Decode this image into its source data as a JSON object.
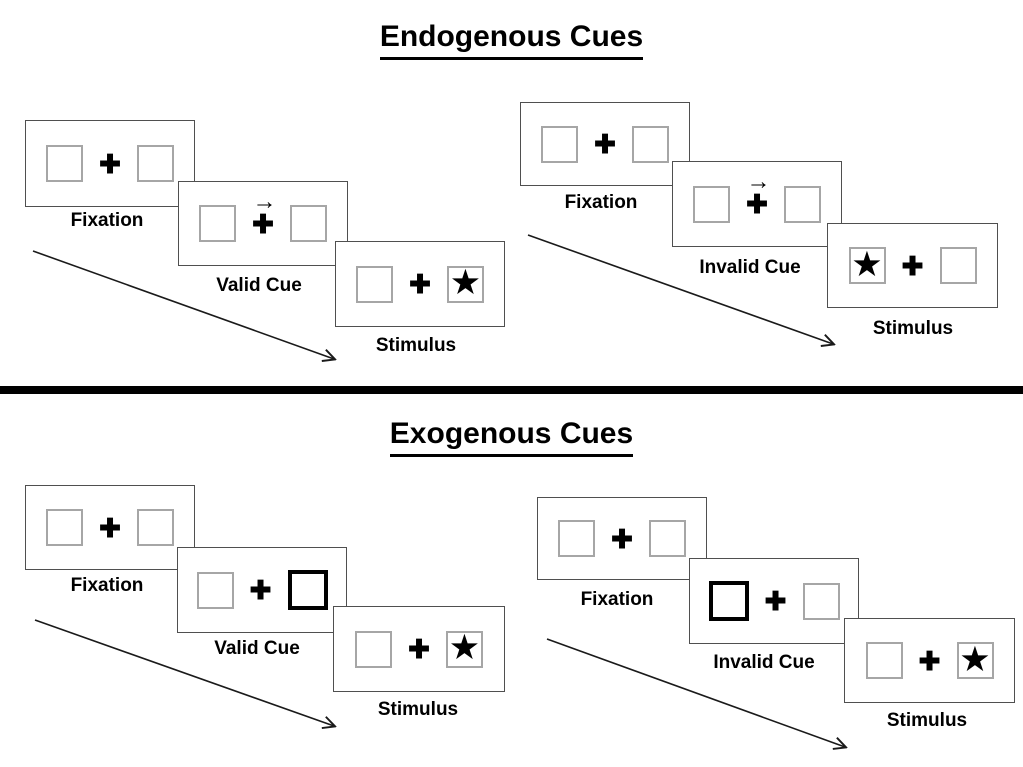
{
  "colors": {
    "background": "#ffffff",
    "panel_border": "#4f4f4f",
    "square_border": "#a6a6a6",
    "ink": "#000000"
  },
  "icons": {
    "plus": "✚",
    "star": "★",
    "cue_arrow": "→"
  },
  "divider": {
    "style": "thick-black-horizontal-rule"
  },
  "sections": [
    {
      "title": "Endogenous Cues",
      "sequences": [
        {
          "name": "valid",
          "cue_style": "central-arrow-above-fixation-cross",
          "panels": [
            {
              "label": "Fixation",
              "left_box": "empty",
              "right_box": "empty",
              "cue_arrow": null
            },
            {
              "label": "Valid Cue",
              "left_box": "empty",
              "right_box": "empty",
              "cue_arrow": "right"
            },
            {
              "label": "Stimulus",
              "left_box": "empty",
              "right_box": "star",
              "cue_arrow": null
            }
          ]
        },
        {
          "name": "invalid",
          "cue_style": "central-arrow-above-fixation-cross",
          "panels": [
            {
              "label": "Fixation",
              "left_box": "empty",
              "right_box": "empty",
              "cue_arrow": null
            },
            {
              "label": "Invalid Cue",
              "left_box": "empty",
              "right_box": "empty",
              "cue_arrow": "right"
            },
            {
              "label": "Stimulus",
              "left_box": "star",
              "right_box": "empty",
              "cue_arrow": null
            }
          ]
        }
      ]
    },
    {
      "title": "Exogenous Cues",
      "sequences": [
        {
          "name": "valid",
          "cue_style": "peripheral-box-highlight",
          "panels": [
            {
              "label": "Fixation",
              "left_box": "empty",
              "right_box": "empty",
              "cue_arrow": null
            },
            {
              "label": "Valid Cue",
              "left_box": "empty",
              "right_box": "highlight",
              "cue_arrow": null
            },
            {
              "label": "Stimulus",
              "left_box": "empty",
              "right_box": "star",
              "cue_arrow": null
            }
          ]
        },
        {
          "name": "invalid",
          "cue_style": "peripheral-box-highlight",
          "panels": [
            {
              "label": "Fixation",
              "left_box": "empty",
              "right_box": "empty",
              "cue_arrow": null
            },
            {
              "label": "Invalid Cue",
              "left_box": "highlight",
              "right_box": "empty",
              "cue_arrow": null
            },
            {
              "label": "Stimulus",
              "left_box": "empty",
              "right_box": "star",
              "cue_arrow": null
            }
          ]
        }
      ]
    }
  ]
}
